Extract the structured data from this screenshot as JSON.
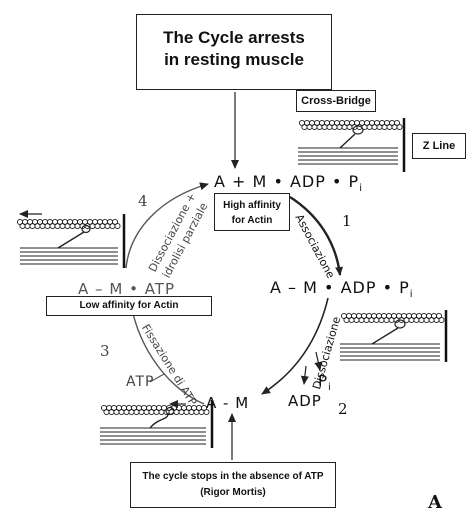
{
  "title_box": {
    "line1": "The Cycle arrests",
    "line2": "in resting muscle"
  },
  "cross_bridge_label": "Cross-Bridge",
  "z_line_label": "Z Line",
  "states": {
    "top": {
      "a": "A",
      "plus": "+",
      "m": "M",
      "adp": "ADP",
      "p": "P",
      "sub": "i"
    },
    "right": {
      "a": "A",
      "dash": "–",
      "m": "M",
      "adp": "ADP",
      "p": "P",
      "sub": "i"
    },
    "bottom": {
      "a": "A",
      "dash": "-",
      "m": "M"
    },
    "left": {
      "a": "A",
      "dash": "–",
      "m": "M",
      "atp": "ATP"
    }
  },
  "products": {
    "pi": "P",
    "pi_sub": "i",
    "adp": "ADP"
  },
  "atp_in": "ATP",
  "high_affinity": {
    "line1": "High affinity",
    "line2": "for Actin"
  },
  "low_affinity": "Low affinity for Actin",
  "step_labels": {
    "associazione": "Associazione",
    "dissociazione": "Dissociazione",
    "fissazione": "Fissazione di ATP",
    "dissoc1": "Dissociazione +",
    "dissoc2": "idrolisi parziale"
  },
  "step_numbers": {
    "n1": "1",
    "n2": "2",
    "n3": "3",
    "n4": "4"
  },
  "bottom_box": {
    "line1": "The cycle stops in the absence of ATP",
    "line2": "(Rigor Mortis)"
  },
  "panel_letter": "A",
  "colors": {
    "line": "#222222",
    "text": "#111111"
  }
}
